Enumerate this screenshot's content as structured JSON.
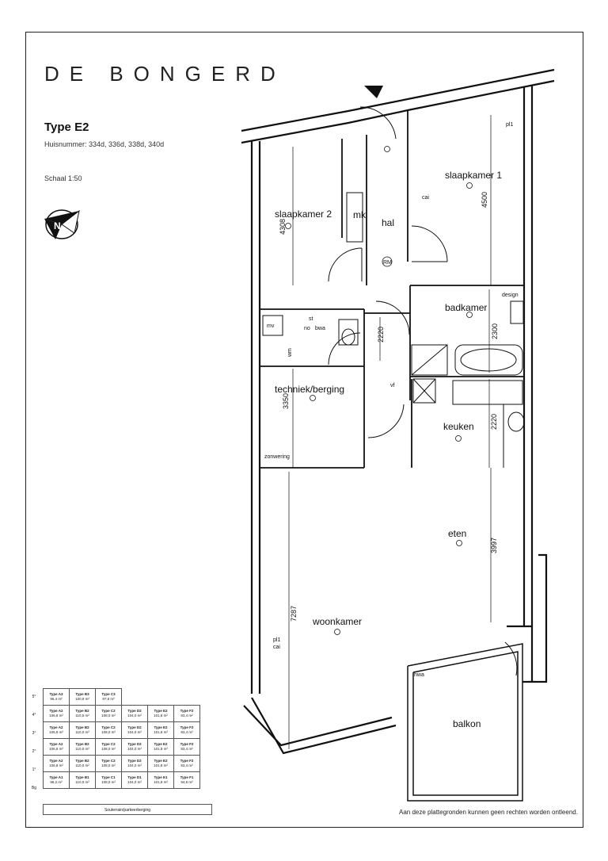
{
  "header": {
    "project_title": "DE BONGERD",
    "type_label": "Type E2",
    "house_numbers": "Huisnummer: 334d, 336d, 338d, 340d",
    "scale": "Schaal 1:50",
    "compass_letter": "N"
  },
  "rooms": {
    "slaapkamer1": "slaapkamer 1",
    "slaapkamer2": "slaapkamer 2",
    "hal": "hal",
    "mk": "mk",
    "badkamer": "badkamer",
    "techniek": "techniek/berging",
    "keuken": "keuken",
    "eten": "eten",
    "woonkamer": "woonkamer",
    "balkon": "balkon"
  },
  "dimensions": {
    "d4500": "4500",
    "d4308": "4308",
    "d2300": "2300",
    "d2220a": "2220",
    "d3350": "3350",
    "d2220b": "2220",
    "d3997": "3997",
    "d7287": "7287"
  },
  "annotations": {
    "pl1_top": "pl1",
    "cai_top": "cai",
    "rm": "RM",
    "mv": "mv",
    "wm": "wm",
    "st": "st",
    "bwa": "bwa",
    "no": "no",
    "vf": "vf",
    "pl1_living": "pl1",
    "cai_living": "cai",
    "hwa": "hwa",
    "design": "design",
    "zonwering": "zonwering"
  },
  "legend": {
    "floors": [
      "5°",
      "4°",
      "3°",
      "2°",
      "1°",
      "Bg"
    ],
    "rows": [
      [
        [
          "Type A3",
          "96,4 m²"
        ],
        [
          "Type B3",
          "100,9 m²"
        ],
        [
          "Type C3",
          "97,8 m²"
        ],
        null,
        null,
        null
      ],
      [
        [
          "Type A2",
          "106,8 m²"
        ],
        [
          "Type B2",
          "110,5 m²"
        ],
        [
          "Type C2",
          "108,0 m²"
        ],
        [
          "Type D2",
          "104,0 m²"
        ],
        [
          "Type E2",
          "101,8 m²"
        ],
        [
          "Type F2",
          "83,4 m²"
        ]
      ],
      [
        [
          "Type A2",
          "106,8 m²"
        ],
        [
          "Type B2",
          "110,0 m²"
        ],
        [
          "Type C2",
          "108,0 m²"
        ],
        [
          "Type D2",
          "104,0 m²"
        ],
        [
          "Type E2",
          "101,8 m²"
        ],
        [
          "Type F2",
          "83,4 m²"
        ]
      ],
      [
        [
          "Type A2",
          "106,8 m²"
        ],
        [
          "Type B2",
          "110,0 m²"
        ],
        [
          "Type C2",
          "108,0 m²"
        ],
        [
          "Type D2",
          "104,0 m²"
        ],
        [
          "Type E2",
          "101,8 m²"
        ],
        [
          "Type F2",
          "83,4 m²"
        ]
      ],
      [
        [
          "Type A2",
          "106,8 m²"
        ],
        [
          "Type B2",
          "110,0 m²"
        ],
        [
          "Type C2",
          "108,0 m²"
        ],
        [
          "Type D2",
          "104,0 m²"
        ],
        [
          "Type E2",
          "101,8 m²"
        ],
        [
          "Type F2",
          "83,4 m²"
        ]
      ],
      [
        [
          "Type A1",
          "96,2 m²"
        ],
        [
          "Type B1",
          "110,0 m²"
        ],
        [
          "Type C1",
          "108,0 m²"
        ],
        [
          "Type D1",
          "104,0 m²"
        ],
        [
          "Type E1",
          "101,8 m²"
        ],
        [
          "Type F1",
          "94,6 m²"
        ]
      ]
    ],
    "footer": "Souterrain/parkeerberging"
  },
  "disclaimer": "Aan deze plattegronden kunnen geen rechten worden ontleend."
}
